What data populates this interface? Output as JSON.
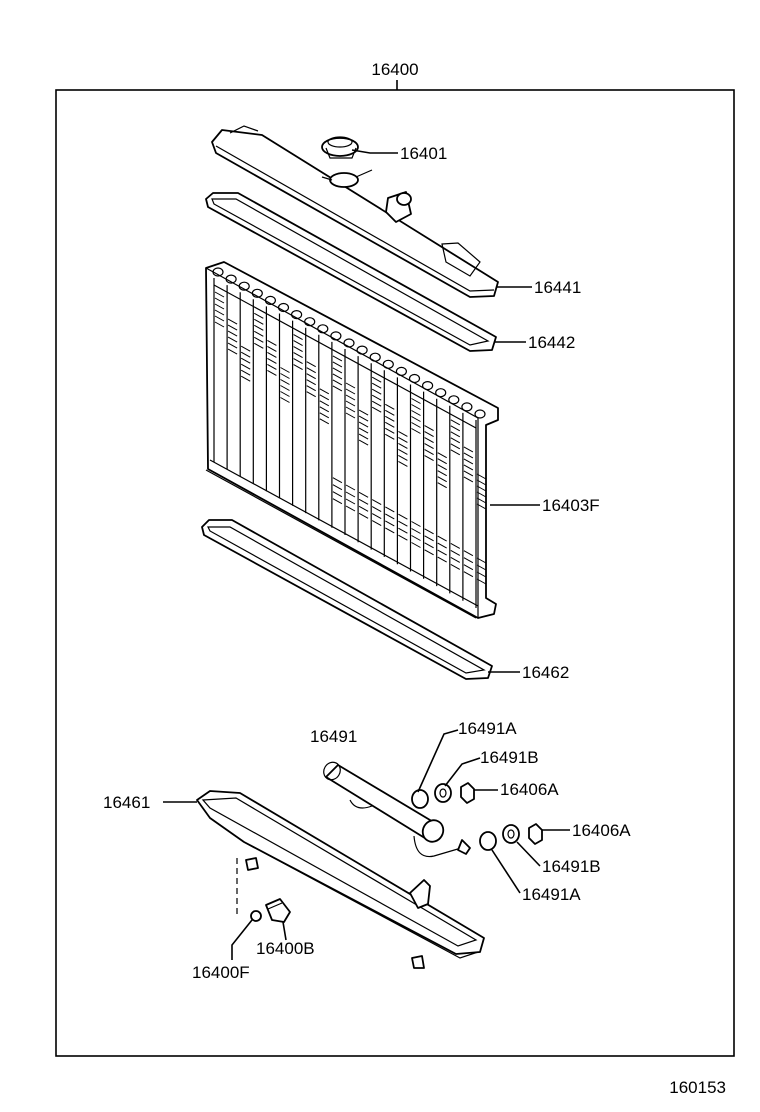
{
  "assembly_label": "16400",
  "figure_number": "160153",
  "callouts": {
    "p16401": "16401",
    "p16441": "16441",
    "p16442": "16442",
    "p16403F": "16403F",
    "p16462": "16462",
    "p16491": "16491",
    "p16491A_top": "16491A",
    "p16491B_top": "16491B",
    "p16406A_top": "16406A",
    "p16461": "16461",
    "p16406A_right": "16406A",
    "p16491B_right": "16491B",
    "p16491A_bottom": "16491A",
    "p16400B": "16400B",
    "p16400F": "16400F"
  },
  "parts": [
    {
      "key": "p16401",
      "name": "radiator-cap"
    },
    {
      "key": "p16441",
      "name": "upper-tank"
    },
    {
      "key": "p16442",
      "name": "upper-tank-gasket"
    },
    {
      "key": "p16403F",
      "name": "radiator-core"
    },
    {
      "key": "p16462",
      "name": "lower-tank-gasket"
    },
    {
      "key": "p16491",
      "name": "oil-cooler-pipe"
    },
    {
      "key": "p16461",
      "name": "lower-tank"
    },
    {
      "key": "p16400B",
      "name": "drain-cock-plug"
    },
    {
      "key": "p16400F",
      "name": "drain-cock-o-ring"
    }
  ]
}
